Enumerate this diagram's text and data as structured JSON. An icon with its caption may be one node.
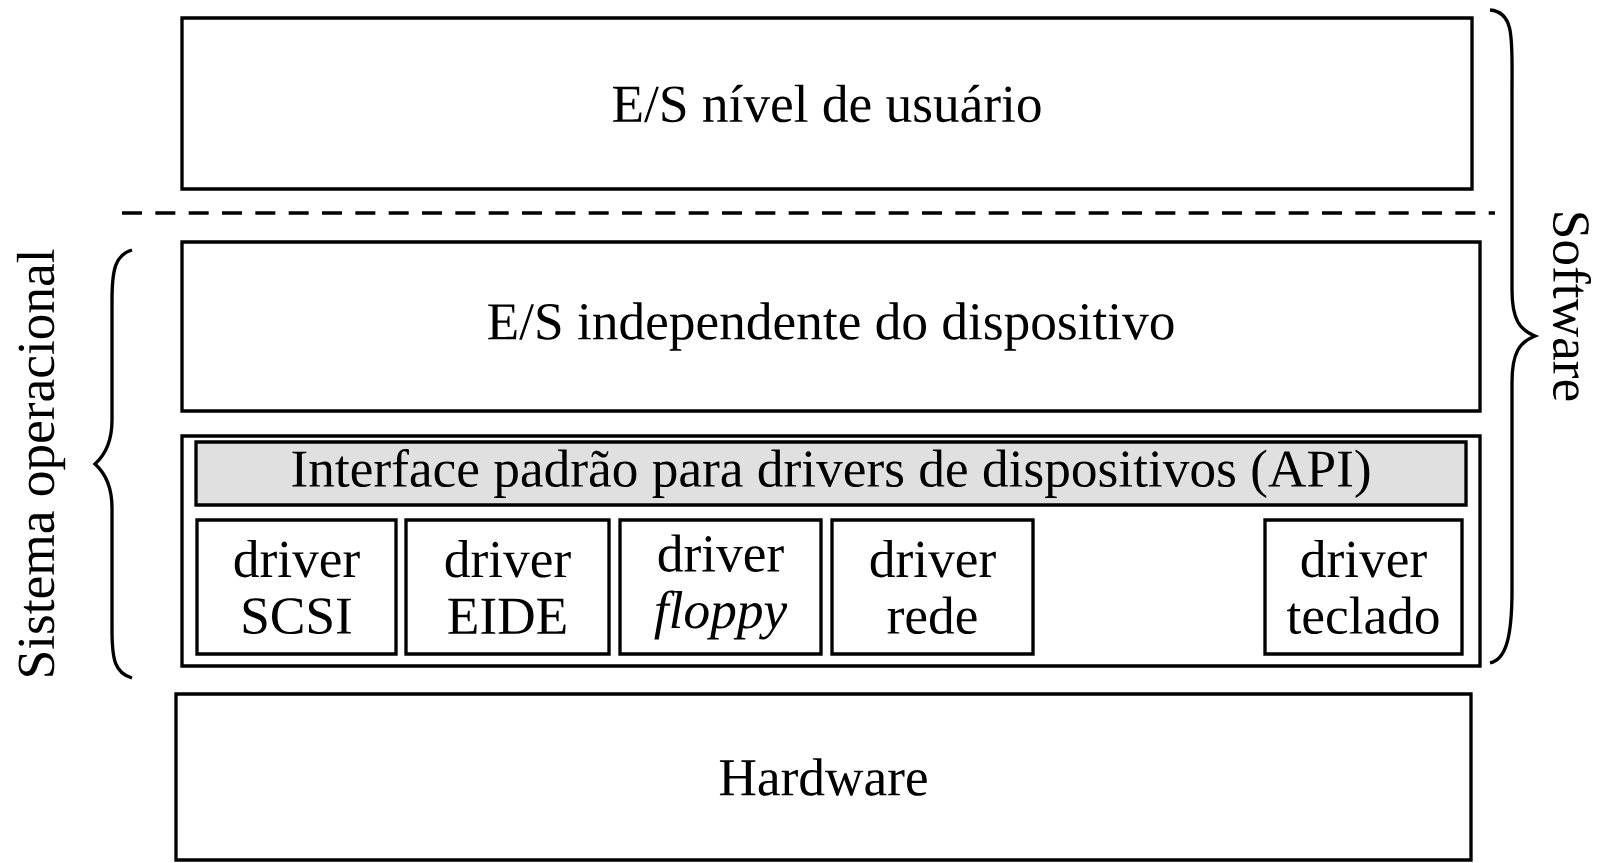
{
  "diagram": {
    "nodes": [
      {
        "text": [
          "E/S nível de usuário"
        ]
      },
      {
        "text": [
          "E/S independente do dispositivo"
        ]
      },
      {
        "text": [],
        "shape": "box"
      },
      {
        "text": [
          "Interface padrão para drivers de dispositivos (API)"
        ],
        "in": 2
      },
      {
        "text": [
          "driver SCSI"
        ],
        "in": 2
      },
      {
        "text": [
          "driver EIDE"
        ],
        "in": 2
      },
      {
        "text": [
          "driver *floppy*"
        ],
        "in": 2
      },
      {
        "text": [
          "driver rede"
        ],
        "in": 2
      },
      {
        "text": [
          "driver teclado"
        ],
        "in": 2
      },
      {
        "text": [
          "Hardware"
        ]
      }
    ],
    "labels": [
      "Software",
      "Sistema operacional"
    ]
  }
}
